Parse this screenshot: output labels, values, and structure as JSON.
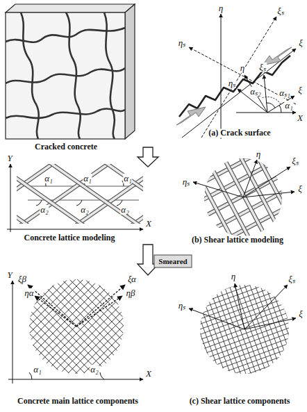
{
  "diagram": {
    "labels": [
      "Cracked concrete",
      "η",
      "ξₛ",
      "ηₛ",
      "ξ",
      "η",
      "ξₛ",
      "αₛ₂",
      "ηₛ",
      "αₛ₁",
      "ξ",
      "α₁",
      "X",
      "(a) Crack surface",
      "Y",
      "α₁",
      "α₁",
      "α₁",
      "α₂",
      "α₂",
      "α₂",
      "X",
      "Concrete lattice modeling",
      "η",
      "ξₛ",
      "ηₛ",
      "ξ",
      "(b) Shear lattice modeling",
      "Smeared",
      "Y",
      "ξβ",
      "ξα",
      "ηβ",
      "ηα",
      "X",
      "α₁",
      "α₂",
      "Concrete main lattice components",
      "η",
      "ξₛ",
      "ηₛ",
      "ξ",
      "(c) Shear lattice components"
    ]
  }
}
